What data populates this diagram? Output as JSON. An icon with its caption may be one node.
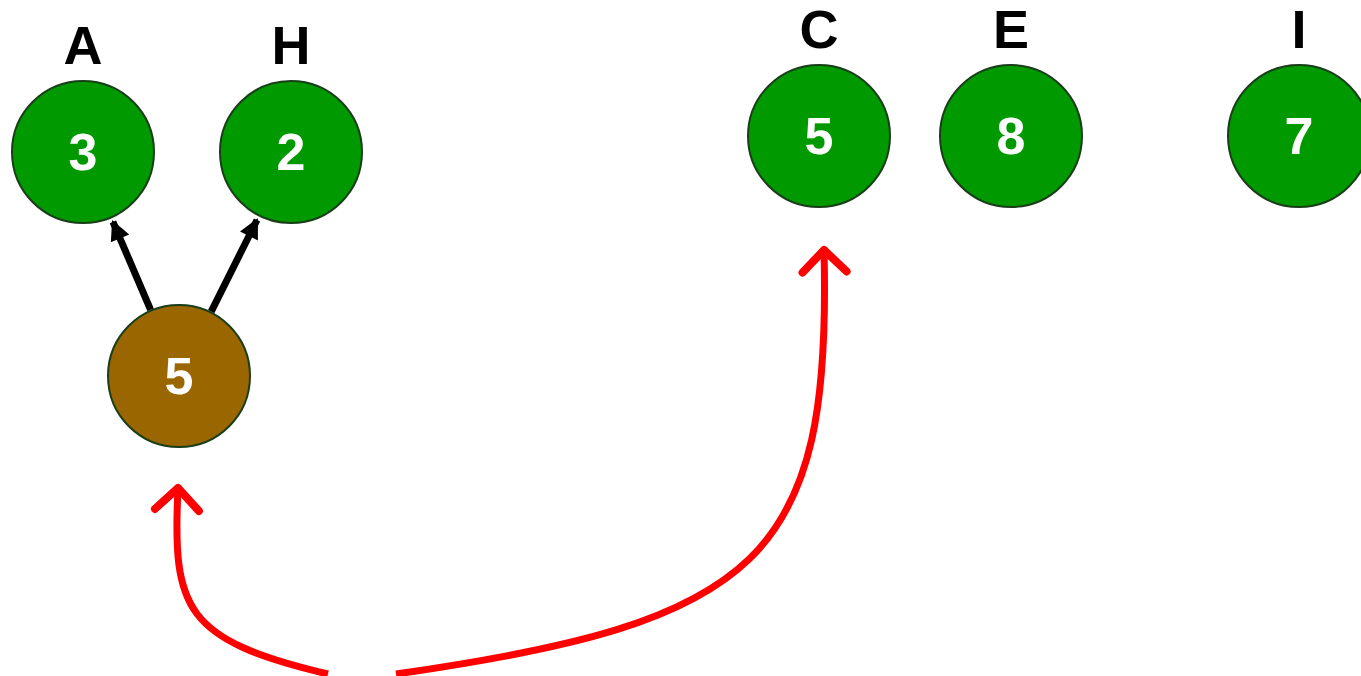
{
  "diagram": {
    "nodes": [
      {
        "text": [
          "A",
          "3"
        ]
      },
      {
        "text": [
          "H",
          "2"
        ]
      },
      {
        "text": [
          "5"
        ]
      },
      {
        "text": [
          "C",
          "5"
        ]
      },
      {
        "text": [
          "E",
          "8"
        ]
      },
      {
        "text": [
          "I",
          "7"
        ]
      }
    ],
    "edges": [
      {
        "from": 2,
        "to": 0,
        "arrow": "to",
        "color": "#000000"
      },
      {
        "from": 2,
        "to": 1,
        "arrow": "to",
        "color": "#000000"
      },
      {
        "from": null,
        "to": 2,
        "arrow": "to",
        "color": "#ff0000"
      },
      {
        "from": null,
        "to": 3,
        "arrow": "to",
        "color": "#ff0000"
      }
    ]
  }
}
